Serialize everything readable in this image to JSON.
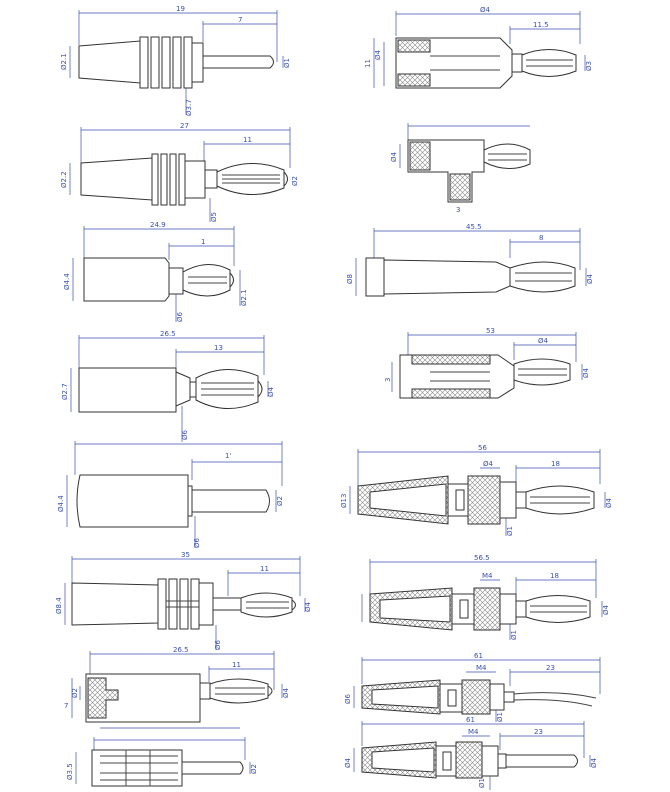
{
  "left": [
    {
      "id": "L1",
      "labels": [
        "19",
        "7",
        "Ø2.1",
        "Ø3.7",
        "Ø1"
      ]
    },
    {
      "id": "L2",
      "labels": [
        "27",
        "11",
        "Ø2.2",
        "Ø5",
        "Ø2"
      ]
    },
    {
      "id": "L3",
      "labels": [
        "24.9",
        "1",
        "Ø4.4",
        "Ø6",
        "Ø2.1"
      ]
    },
    {
      "id": "L4",
      "labels": [
        "26.5",
        "13",
        "Ø2.7",
        "Ø6",
        "Ø4"
      ]
    },
    {
      "id": "L5",
      "labels": [
        "1'",
        "Ø4.4",
        "Ø6",
        "Ø2"
      ]
    },
    {
      "id": "L6",
      "labels": [
        "35",
        "11",
        "Ø8.4",
        "Ø6",
        "Ø4"
      ]
    },
    {
      "id": "L7",
      "labels": [
        "26.5",
        "11",
        "Ø2",
        "7",
        "Ø4"
      ]
    },
    {
      "id": "L8",
      "labels": [
        "Ø3.5",
        "Ø2"
      ]
    }
  ],
  "right": [
    {
      "id": "R1",
      "labels": [
        "Ø4",
        "11.5",
        "11",
        "Ø4",
        "Ø3"
      ]
    },
    {
      "id": "R2",
      "labels": [
        "Ø4",
        "3"
      ]
    },
    {
      "id": "R3",
      "labels": [
        "45.5",
        "8",
        "Ø8",
        "Ø4"
      ]
    },
    {
      "id": "R4",
      "labels": [
        "53",
        "Ø4",
        "Ø4",
        "3"
      ]
    },
    {
      "id": "R5",
      "labels": [
        "56",
        "Ø4",
        "18",
        "Ø13",
        "Ø4",
        "Ø1"
      ]
    },
    {
      "id": "R6",
      "labels": [
        "56.5",
        "M4",
        "18",
        "Ø4",
        "Ø1"
      ]
    },
    {
      "id": "R7",
      "labels": [
        "61",
        "M4",
        "23",
        "Ø6",
        "Ø1"
      ]
    },
    {
      "id": "R8",
      "labels": [
        "61",
        "M4",
        "23",
        "Ø4",
        "Ø4",
        "Ø1"
      ]
    }
  ]
}
